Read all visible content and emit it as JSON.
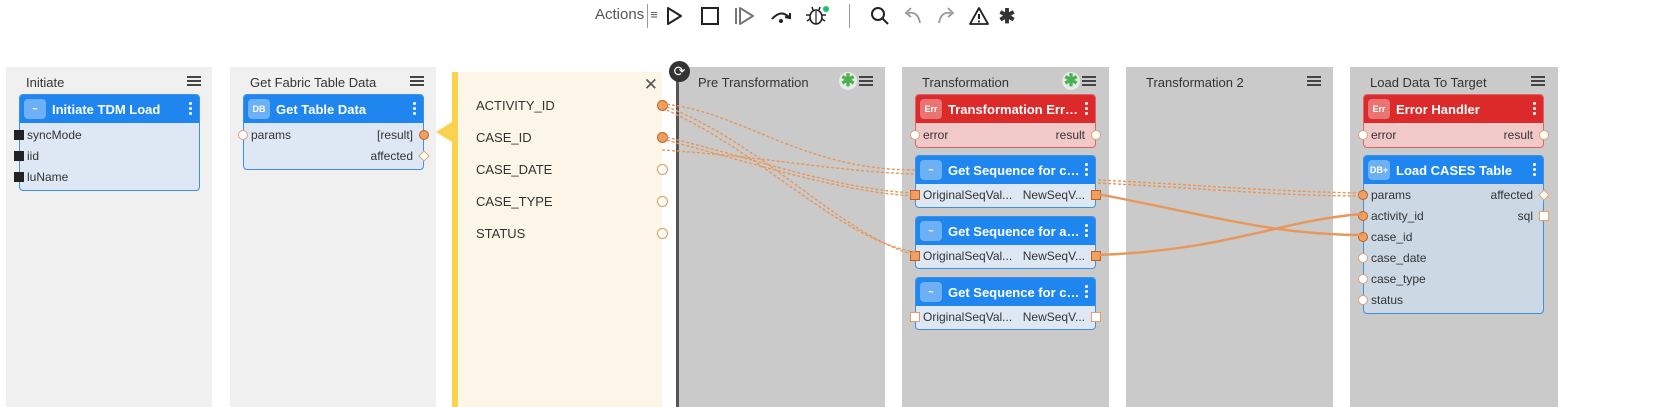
{
  "toolbar": {
    "actions_label": "Actions",
    "buttons": [
      "play-icon",
      "stop-icon",
      "step-icon",
      "step-over-icon",
      "debug-icon",
      "search-icon",
      "undo-icon",
      "redo-icon",
      "warning-icon",
      "asterisk-icon"
    ],
    "debug_status_color": "#18c46a"
  },
  "lanes": [
    {
      "title": "Initiate"
    },
    {
      "title": "Get Fabric Table Data"
    },
    {
      "title": "Pre Transformation"
    },
    {
      "title": "Transformation"
    },
    {
      "title": "Transformation 2"
    },
    {
      "title": "Load Data To Target"
    }
  ],
  "nodes": {
    "initiate": {
      "icon": "~",
      "title": "Initiate TDM Load",
      "outputs": [
        "syncMode",
        "iid",
        "luName"
      ]
    },
    "get_table": {
      "icon": "DB",
      "title": "Get Table Data",
      "input": "params",
      "outputs": [
        "[result]",
        "affected"
      ]
    },
    "trans_error": {
      "icon": "Err",
      "title": "Transformation Erro...",
      "input": "error",
      "output": "result"
    },
    "seq1": {
      "icon": "~",
      "title": "Get Sequence for ca...",
      "input": "OriginalSeqVal...",
      "output": "NewSeqV..."
    },
    "seq2": {
      "icon": "~",
      "title": "Get Sequence for ac...",
      "input": "OriginalSeqVal...",
      "output": "NewSeqV..."
    },
    "seq3": {
      "icon": "~",
      "title": "Get Sequence for ca...",
      "input": "OriginalSeqVal...",
      "output": "NewSeqV..."
    },
    "error_handler": {
      "icon": "Err",
      "title": "Error Handler",
      "input": "error",
      "output": "result"
    },
    "load_cases": {
      "icon": "DB+",
      "title": "Load CASES Table",
      "inputs": [
        "params",
        "activity_id",
        "case_id",
        "case_date",
        "case_type",
        "status"
      ],
      "outputs": [
        "affected",
        "sql"
      ]
    }
  },
  "fields_panel": {
    "close": "✕",
    "fields": [
      "ACTIVITY_ID",
      "CASE_ID",
      "CASE_DATE",
      "CASE_TYPE",
      "STATUS"
    ]
  },
  "colors": {
    "node_header": "#1f86f0",
    "error_header": "#dc2a2a",
    "wire": "#e8965a",
    "panel_border": "#fbd24e"
  }
}
